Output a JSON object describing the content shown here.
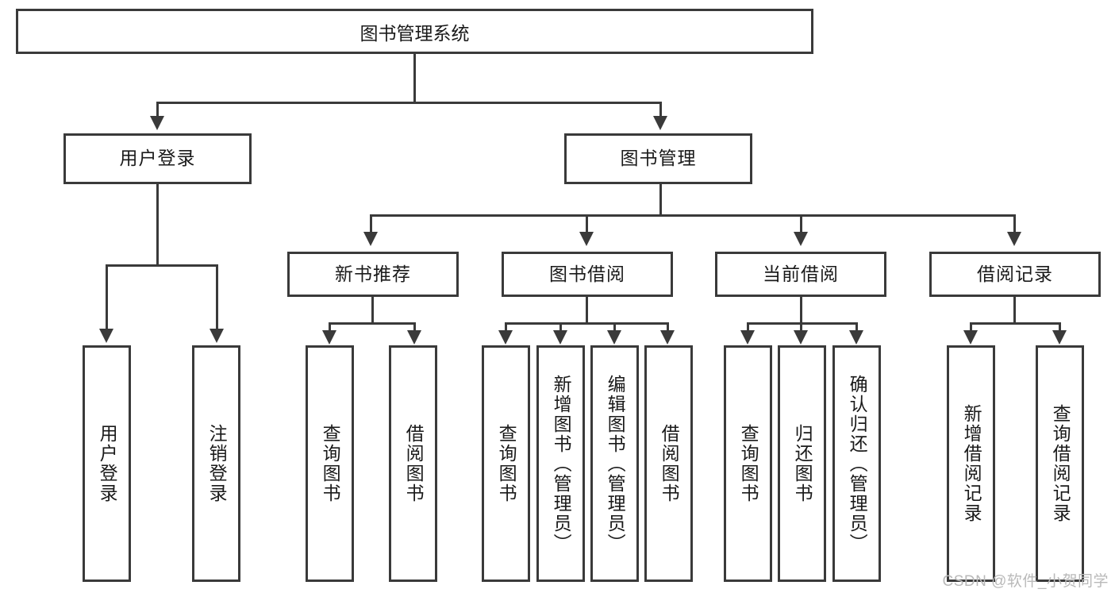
{
  "diagram": {
    "title": "图书管理系统",
    "watermark": "CSDN @软件_小贺同学",
    "accent_color": "#3a3a3a",
    "background_color": "#ffffff",
    "text_color": "#1a1a1a",
    "watermark_color": "#b9b9b9"
  },
  "nodes": {
    "root": {
      "label": "图书管理系统"
    },
    "level2": [
      {
        "label": "用户登录"
      },
      {
        "label": "图书管理"
      }
    ],
    "level3": [
      {
        "label": "新书推荐"
      },
      {
        "label": "图书借阅"
      },
      {
        "label": "当前借阅"
      },
      {
        "label": "借阅记录"
      }
    ],
    "leaves": {
      "user_login": [
        {
          "label": "用户登录"
        },
        {
          "label": "注销登录"
        }
      ],
      "new_book_recommend": [
        {
          "label": "查询图书"
        },
        {
          "label": "借阅图书"
        }
      ],
      "book_borrow": [
        {
          "label": "查询图书"
        },
        {
          "label": "新增图书（管理员）"
        },
        {
          "label": "编辑图书（管理员）"
        },
        {
          "label": "借阅图书"
        }
      ],
      "current_borrow": [
        {
          "label": "查询图书"
        },
        {
          "label": "归还图书"
        },
        {
          "label": "确认归还（管理员）"
        }
      ],
      "borrow_record": [
        {
          "label": "新增借阅记录"
        },
        {
          "label": "查询借阅记录"
        }
      ]
    }
  }
}
